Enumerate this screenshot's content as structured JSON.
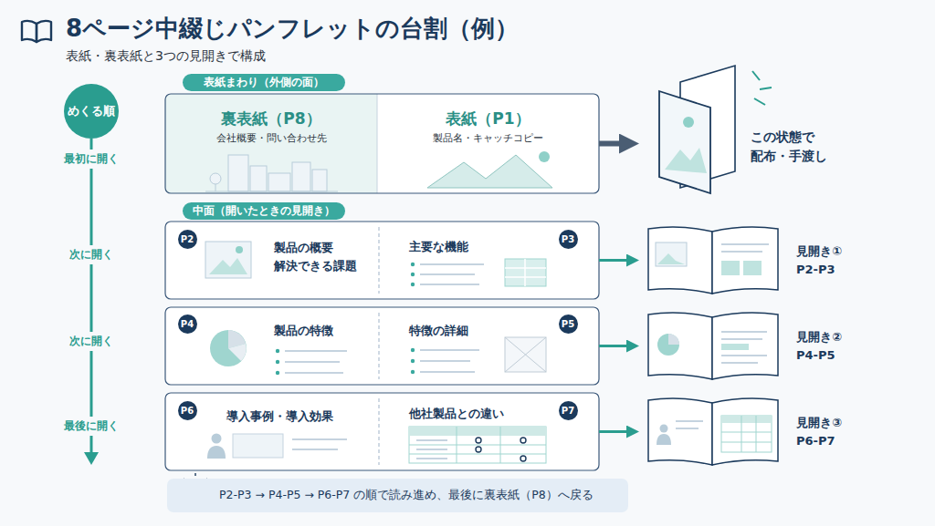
{
  "diagram": {
    "title": "8ページ中綴じパンフレットの台割（例）",
    "nodes": [
      {
        "text": [
          "めくる順"
        ]
      },
      {
        "text": [
          "表紙まわり（外側の面）"
        ]
      },
      {
        "text": [
          "裏表紙（P8）",
          "会社概要・問い合わせ先"
        ]
      },
      {
        "text": [
          "表紙（P1）",
          "製品名・キャッチコピー"
        ]
      },
      {
        "text": [
          "この状態で 配布・手渡し"
        ]
      },
      {
        "text": [
          "中面（開いたときの見開き）"
        ]
      },
      {
        "text": [
          "製品の概要 解決できる課題"
        ]
      },
      {
        "text": [
          "P2"
        ],
        "in": 6
      },
      {
        "text": [
          "主要な機能"
        ]
      },
      {
        "text": [
          "P3"
        ],
        "in": 8
      },
      {
        "text": [
          "見開き① P2-P3"
        ]
      },
      {
        "text": [
          "製品の特徴"
        ]
      },
      {
        "text": [
          "P4"
        ],
        "in": 11
      },
      {
        "text": [
          "特徴の詳細"
        ]
      },
      {
        "text": [
          "P5"
        ],
        "in": 13
      },
      {
        "text": [
          "見開き② P4-P5"
        ]
      },
      {
        "text": [
          "導入事例・導入効果"
        ]
      },
      {
        "text": [
          "P6"
        ],
        "in": 16
      },
      {
        "text": [
          "他社製品との違い"
        ]
      },
      {
        "text": [
          "P7"
        ],
        "in": 18
      },
      {
        "text": [
          "見開き③ P6-P7"
        ]
      },
      {
        "text": [
          "P2-P3 → P4-P5 → P6-P7 の順で読み進め、最後に裏表紙（P8）へ戻る"
        ]
      }
    ],
    "edges": [
      {
        "from": 3,
        "to": 4,
        "arrow": "to"
      },
      {
        "from": 8,
        "to": 10,
        "arrow": "to"
      },
      {
        "from": 13,
        "to": 15,
        "arrow": "to"
      },
      {
        "from": 18,
        "to": 20,
        "arrow": "to"
      }
    ],
    "labels": [
      "表紙・裏表紙と3つの見開きで構成",
      "最初に開く",
      "次に開く",
      "次に開く",
      "最後に開く"
    ]
  }
}
